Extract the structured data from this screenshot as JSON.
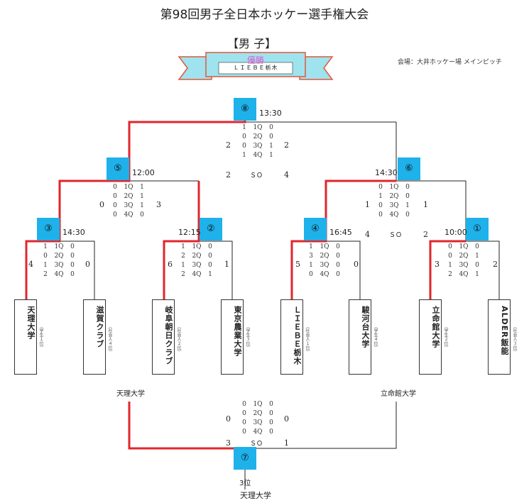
{
  "title": "第98回男子全日本ホッケー選手権大会",
  "subtitle": "【男 子】",
  "venue": "会場：大井ホッケー場 メインピッチ",
  "champion": {
    "label": "優勝",
    "team": "ＬＩＥＢＥ栃木"
  },
  "matches": [
    {
      "no": "①",
      "time": "10:00"
    },
    {
      "no": "②",
      "time": "12:15"
    },
    {
      "no": "③",
      "time": "14:30"
    },
    {
      "no": "④",
      "time": "16:45"
    },
    {
      "no": "⑤",
      "time": "12:00"
    },
    {
      "no": "⑥",
      "time": "14:30"
    },
    {
      "no": "⑦"
    },
    {
      "no": "⑧",
      "time": "13:30"
    }
  ],
  "quarters": [
    "1Q",
    "2Q",
    "3Q",
    "4Q"
  ],
  "so_label": "ＳＯ",
  "scores": {
    "m3": {
      "left_total": "4",
      "right_total": "0",
      "left": [
        "1",
        "0",
        "1",
        "2"
      ],
      "right": [
        "0",
        "0",
        "0",
        "0"
      ]
    },
    "m2": {
      "left_total": "6",
      "right_total": "1",
      "left": [
        "1",
        "2",
        "1",
        "2"
      ],
      "right": [
        "0",
        "0",
        "0",
        "1"
      ]
    },
    "m4": {
      "left_total": "5",
      "right_total": "0",
      "left": [
        "1",
        "3",
        "1",
        "0"
      ],
      "right": [
        "0",
        "0",
        "0",
        "0"
      ]
    },
    "m1": {
      "left_total": "3",
      "right_total": "2",
      "left": [
        "0",
        "0",
        "1",
        "2"
      ],
      "right": [
        "0",
        "1",
        "0",
        "1"
      ]
    },
    "m5": {
      "left_total": "0",
      "right_total": "3",
      "left": [
        "0",
        "0",
        "0",
        "0"
      ],
      "right": [
        "1",
        "1",
        "1",
        "0"
      ]
    },
    "m6": {
      "left_total": "1",
      "right_total": "1",
      "left": [
        "0",
        "1",
        "0",
        "0"
      ],
      "right": [
        "0",
        "0",
        "1",
        "0"
      ],
      "so_left": "4",
      "so_right": "2"
    },
    "m8": {
      "left_total": "2",
      "right_total": "2",
      "left": [
        "1",
        "0",
        "0",
        "1"
      ],
      "right": [
        "0",
        "0",
        "1",
        "1"
      ],
      "so_left": "2",
      "so_right": "4"
    },
    "m7": {
      "left_total": "0",
      "right_total": "0",
      "left": [
        "0",
        "0",
        "0",
        "0"
      ],
      "right": [
        "0",
        "0",
        "0",
        "0"
      ],
      "so_left": "3",
      "so_right": "1"
    }
  },
  "teams": [
    {
      "name": "天理大学",
      "cat": "（学生１位）"
    },
    {
      "name": "滋賀クラブ",
      "cat": "（社会人４位）"
    },
    {
      "name": "岐阜朝日クラブ",
      "cat": "（社会人２位）"
    },
    {
      "name": "東京農業大学",
      "cat": "（学生３位）"
    },
    {
      "name": "ＬＩＥＢＥ栃木",
      "cat": "（社会人１位）"
    },
    {
      "name": "駿河台大学",
      "cat": "（学生４位）"
    },
    {
      "name": "立命館大学",
      "cat": "（学生２位）"
    },
    {
      "name": "ALDER飯能",
      "cat": "（社会人３位）"
    }
  ],
  "third_place": {
    "left_team": "天理大学",
    "right_team": "立命館大学",
    "rank_label": "3位",
    "winner": "天理大学"
  },
  "colors": {
    "win_line": "#e0262c",
    "box": "#1eb1ea",
    "ribbon": "#9fe3ee",
    "ribbon_border": "#e0583a",
    "champion_text": "#e05bd0"
  }
}
